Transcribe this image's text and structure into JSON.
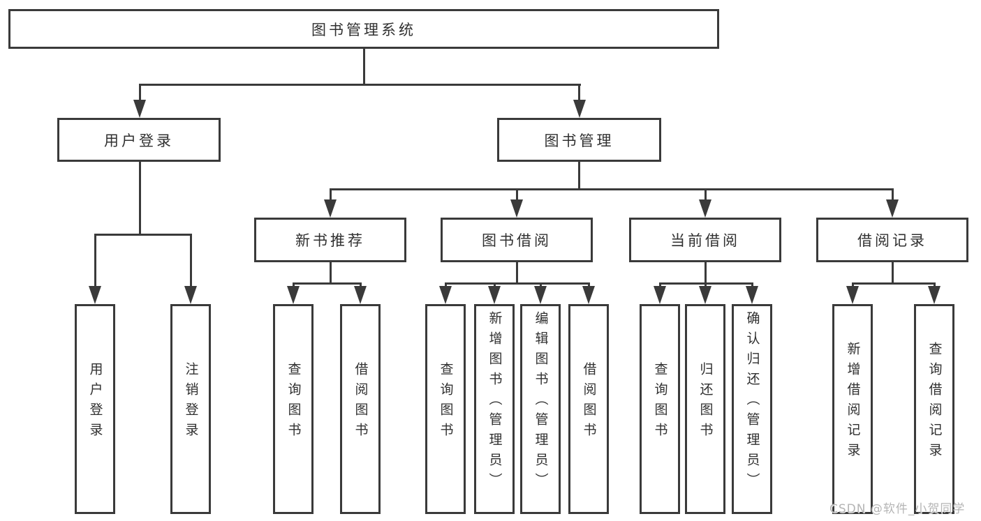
{
  "tree": {
    "label": "图书管理系统",
    "children": [
      {
        "label": "用户登录",
        "children": [
          {
            "label": "用户登录"
          },
          {
            "label": "注销登录"
          }
        ]
      },
      {
        "label": "图书管理",
        "children": [
          {
            "label": "新书推荐",
            "children": [
              {
                "label": "查询图书"
              },
              {
                "label": "借阅图书"
              }
            ]
          },
          {
            "label": "图书借阅",
            "children": [
              {
                "label": "查询图书"
              },
              {
                "label": "新增图书（管理员）"
              },
              {
                "label": "编辑图书（管理员）"
              },
              {
                "label": "借阅图书"
              }
            ]
          },
          {
            "label": "当前借阅",
            "children": [
              {
                "label": "查询图书"
              },
              {
                "label": "归还图书"
              },
              {
                "label": "确认归还（管理员）"
              }
            ]
          },
          {
            "label": "借阅记录",
            "children": [
              {
                "label": "新增借阅记录"
              },
              {
                "label": "查询借阅记录"
              }
            ]
          }
        ]
      }
    ]
  },
  "watermark": {
    "text": "CSDN @软件_小贺同学"
  },
  "colors": {
    "line": "#3a3a3a",
    "text": "#303030",
    "box_background": "#ffffff",
    "page_background": "#ffffff",
    "watermark": "#b5b5b5"
  }
}
